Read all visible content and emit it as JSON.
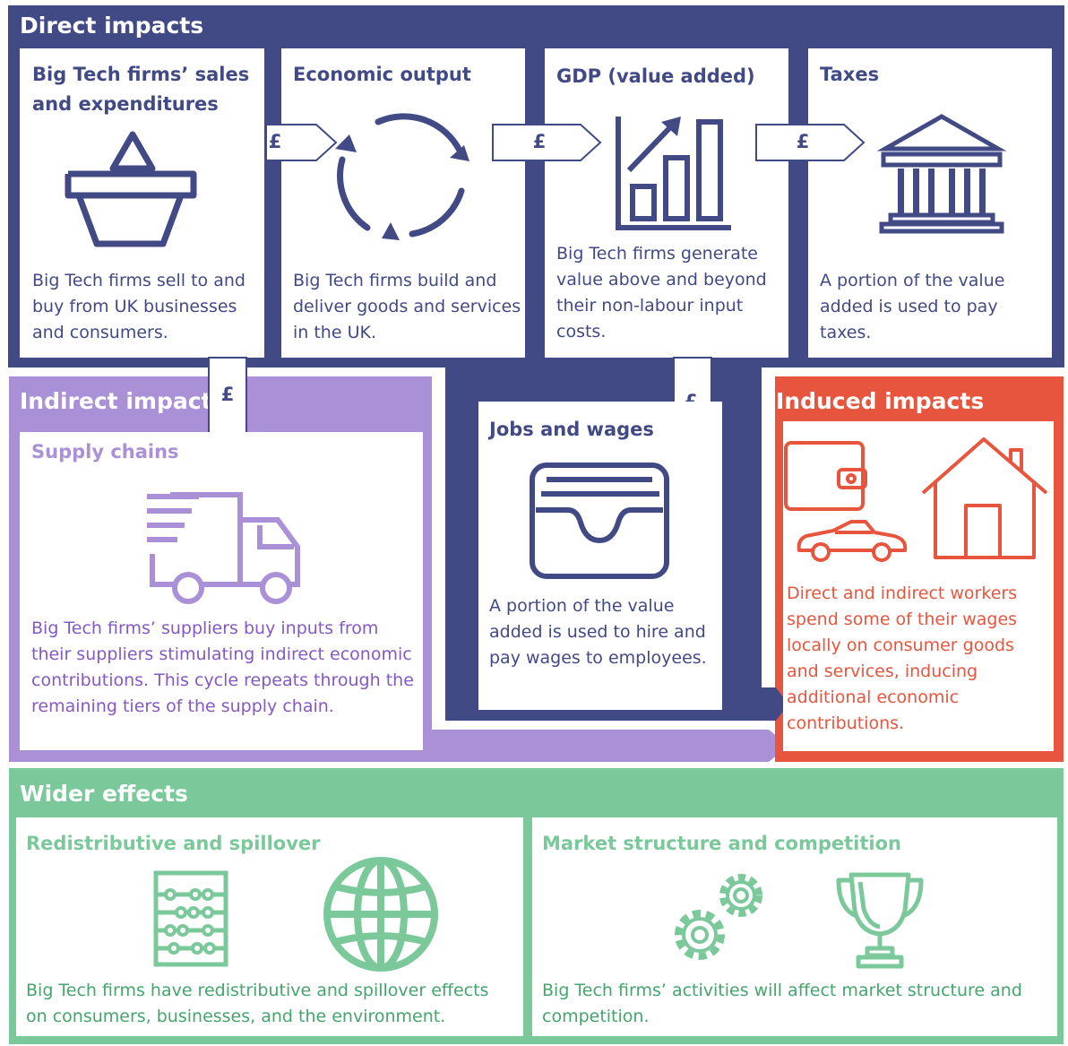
{
  "colors": {
    "direct": "#414A85",
    "indirect": "#AA90D6",
    "indirect_text": "#8559C5",
    "induced": "#E8553F",
    "wider": "#7BC89B",
    "wider_text": "#45A56C"
  },
  "currency_symbol": "£",
  "direct": {
    "header": "Direct impacts",
    "boxes": [
      {
        "title": "Big Tech firms’ sales and expenditures",
        "text": "Big Tech firms sell to and buy from UK businesses and consumers.",
        "icon": "shopping-basket-icon"
      },
      {
        "title": "Economic output",
        "text": "Big Tech firms build and deliver goods and services in the UK.",
        "icon": "cycle-arrows-icon"
      },
      {
        "title": "GDP (value added)",
        "text": "Big Tech firms generate value above and beyond their non-labour input costs.",
        "icon": "growth-chart-icon"
      },
      {
        "title": "Taxes",
        "text": "A portion of the value added is used to pay taxes.",
        "icon": "government-building-icon"
      }
    ]
  },
  "indirect": {
    "header": "Indirect impacts",
    "title": "Supply chains",
    "text": "Big Tech firms’ suppliers buy inputs from their suppliers stimulating indirect economic contributions.  This cycle repeats through the remaining tiers of the supply chain.",
    "icon": "delivery-truck-icon"
  },
  "jobs": {
    "title": "Jobs and wages",
    "text": "A portion of the value added is used to hire and pay wages to employees.",
    "icon": "wallet-icon"
  },
  "induced": {
    "header": "Induced impacts",
    "text": "Direct and indirect workers spend some of their wages locally on consumer goods and services, inducing additional economic contributions.",
    "icons": [
      "wallet-icon",
      "house-icon",
      "car-icon"
    ]
  },
  "wider": {
    "header": "Wider effects",
    "boxes": [
      {
        "title": "Redistributive and spillover",
        "text": "Big Tech firms have redistributive and spillover effects on consumers, businesses, and the environment.",
        "icons": [
          "abacus-icon",
          "globe-icon"
        ]
      },
      {
        "title": "Market structure and competition",
        "text": "Big Tech firms’ activities will affect market structure and competition.",
        "icons": [
          "gears-icon",
          "trophy-icon"
        ]
      }
    ]
  }
}
